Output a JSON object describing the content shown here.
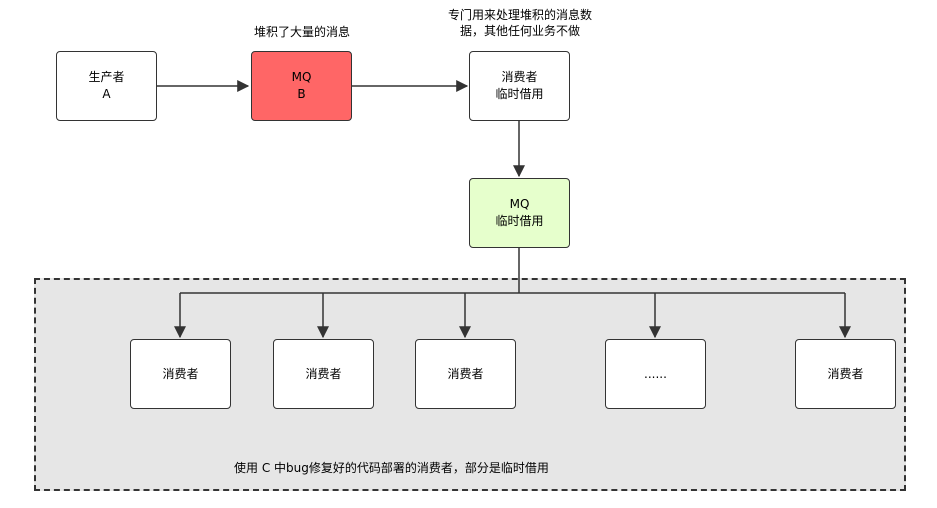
{
  "nodes": {
    "producer": {
      "line1": "生产者",
      "line2": "A"
    },
    "mq_b": {
      "line1": "MQ",
      "line2": "B"
    },
    "consumer_temp": {
      "line1": "消费者",
      "line2": "临时借用"
    },
    "mq_temp": {
      "line1": "MQ",
      "line2": "临时借用"
    },
    "consumers": [
      "消费者",
      "消费者",
      "消费者",
      "......",
      "消费者"
    ]
  },
  "labels": {
    "mq_note": "堆积了大量的消息",
    "consumer_note_line1": "专门用来处理堆积的消息数",
    "consumer_note_line2": "据，其他任何业务不做",
    "group_note": "使用 C 中bug修复好的代码部署的消费者，部分是临时借用"
  },
  "colors": {
    "mq_b_fill": "#ff6666",
    "mq_temp_fill": "#e6ffcc",
    "group_fill": "#e6e6e6",
    "stroke": "#333333"
  }
}
